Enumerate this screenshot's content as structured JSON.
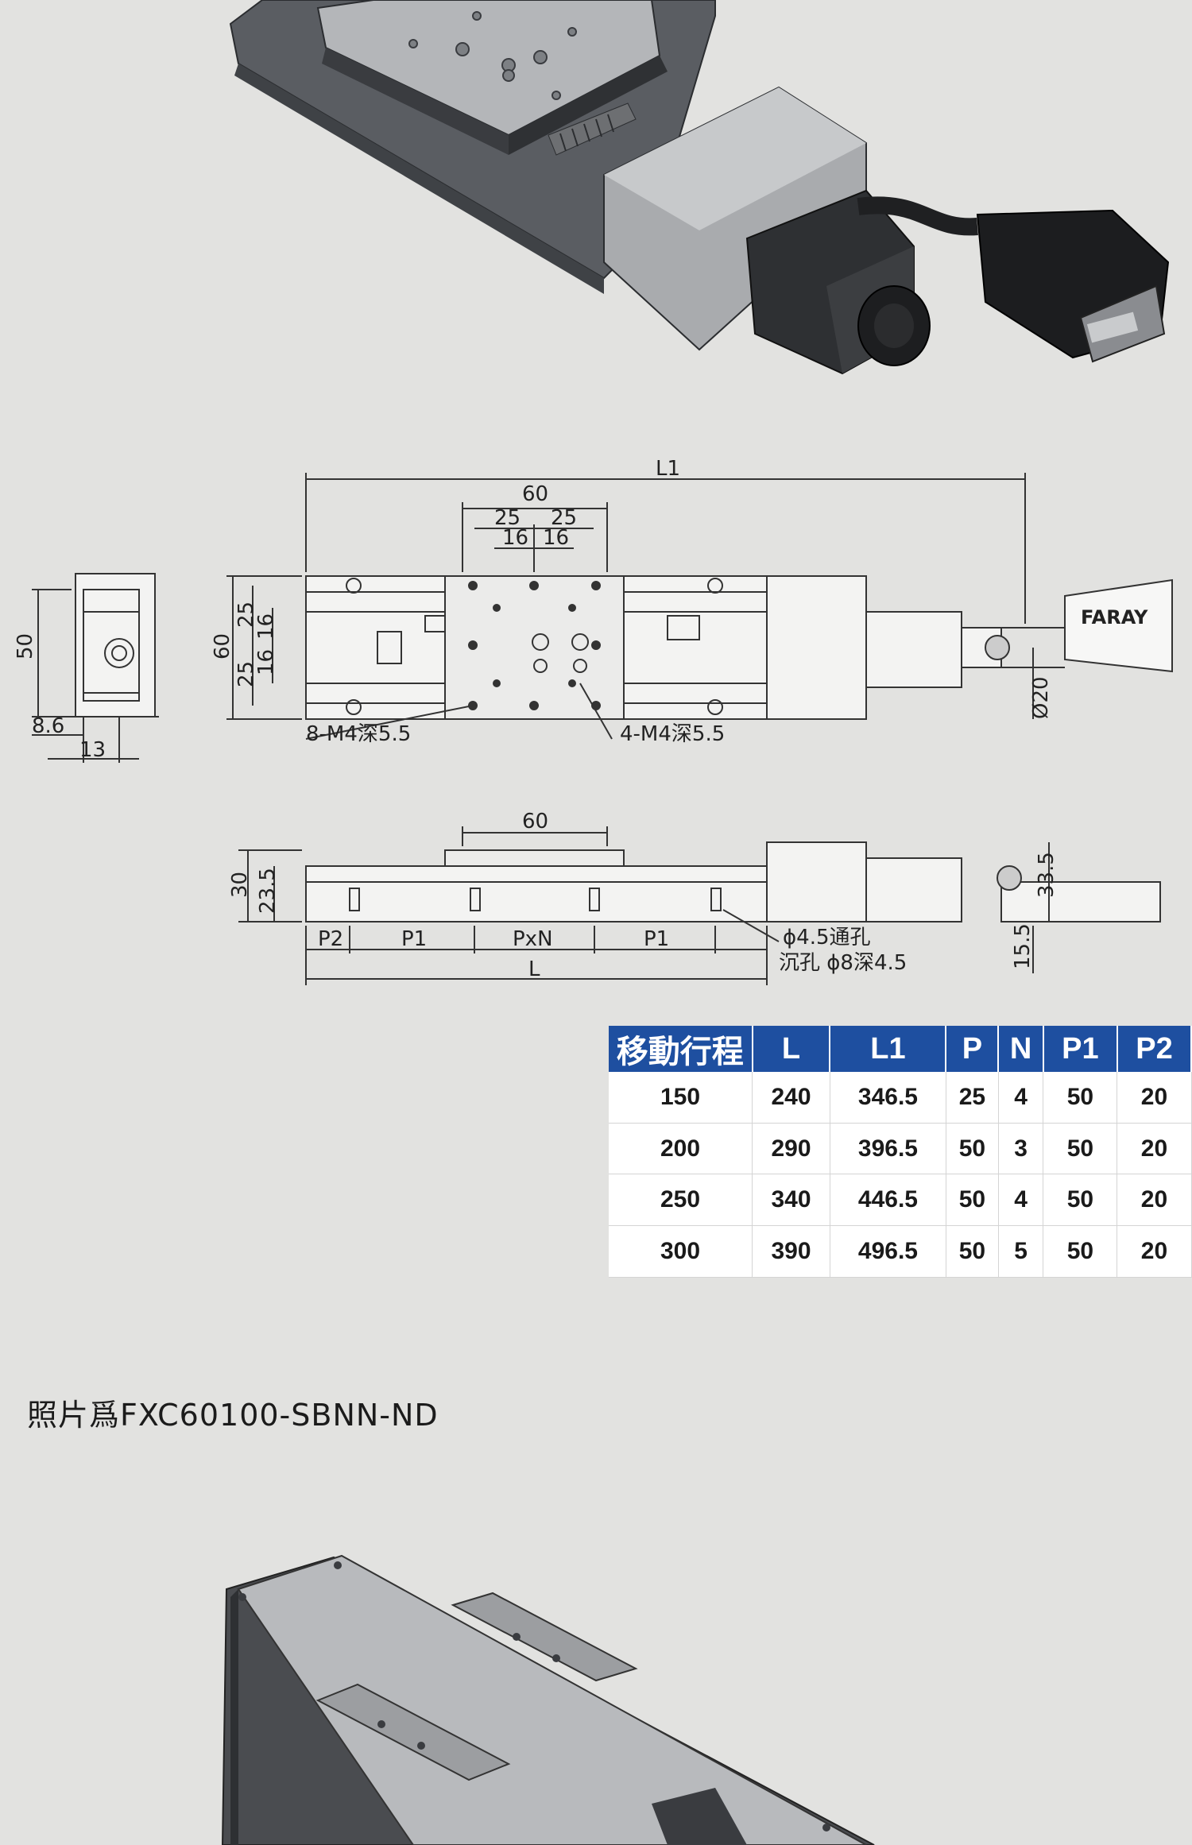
{
  "drawing": {
    "top_view": {
      "l1_label": "L1",
      "width_60": "60",
      "dim_25_left": "25",
      "dim_25_right": "25",
      "dim_16_left": "16",
      "dim_16_right": "16",
      "height_60": "60",
      "v25_top": "25",
      "v16_top": "16",
      "v16_bottom": "16",
      "v25_bottom": "25",
      "note_8m4": "8-M4深5.5",
      "note_4m4": "4-M4深5.5",
      "diameter_20": "Ø20",
      "brand": "FARAY"
    },
    "end_view": {
      "height_50": "50",
      "dim_8_6": "8.6",
      "dim_13": "13"
    },
    "side_view": {
      "width_60": "60",
      "height_30": "30",
      "height_23_5": "23.5",
      "height_33_5": "33.5",
      "height_15_5": "15.5",
      "p2": "P2",
      "p1_left": "P1",
      "pxn": "PxN",
      "p1_right": "P1",
      "l_label": "L",
      "note_through_hole": "ϕ4.5通孔",
      "note_counterbore": "沉孔 ϕ8深4.5"
    }
  },
  "spec_table": {
    "headers": [
      "移動行程",
      "L",
      "L1",
      "P",
      "N",
      "P1",
      "P2"
    ],
    "rows": [
      [
        "150",
        "240",
        "346.5",
        "25",
        "4",
        "50",
        "20"
      ],
      [
        "200",
        "290",
        "396.5",
        "50",
        "3",
        "50",
        "20"
      ],
      [
        "250",
        "340",
        "446.5",
        "50",
        "4",
        "50",
        "20"
      ],
      [
        "300",
        "390",
        "496.5",
        "50",
        "5",
        "50",
        "20"
      ]
    ]
  },
  "caption": "照片爲FXC60100-SBNN-ND",
  "colors": {
    "background": "#e2e2e0",
    "table_header": "#1e4fa0",
    "line": "#333333"
  }
}
